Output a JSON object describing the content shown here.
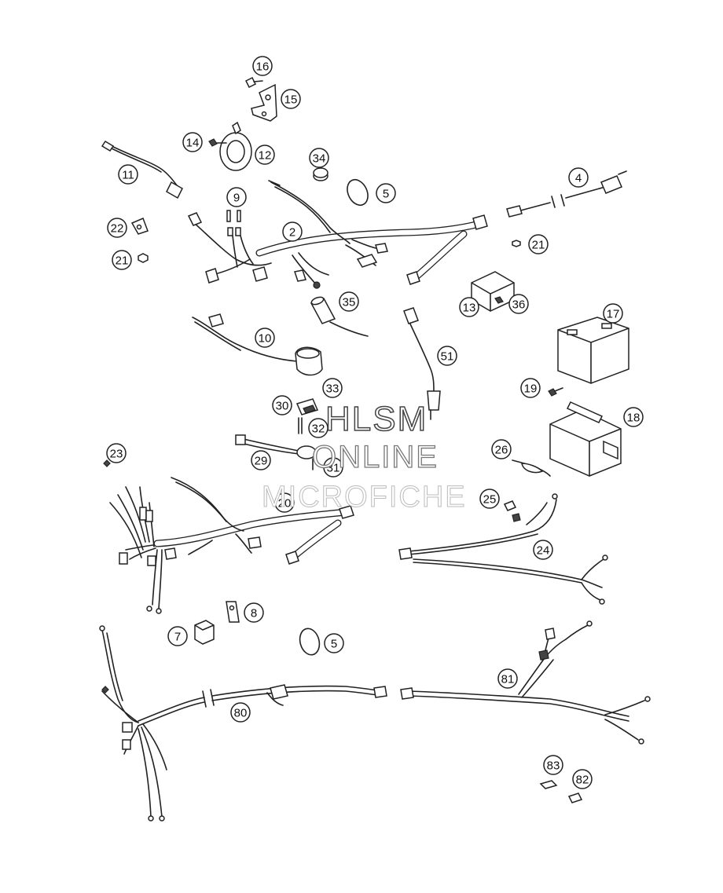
{
  "watermark": {
    "line1": "HLSM",
    "line2": "ONLINE",
    "line3": "MICROFICHE"
  },
  "callouts": [
    "16",
    "15",
    "14",
    "12",
    "11",
    "34",
    "5",
    "4",
    "9",
    "2",
    "22",
    "21",
    "21",
    "13",
    "36",
    "35",
    "17",
    "10",
    "51",
    "19",
    "33",
    "18",
    "30",
    "32",
    "29",
    "31",
    "26",
    "23",
    "20",
    "25",
    "24",
    "8",
    "7",
    "5",
    "81",
    "80",
    "83",
    "82"
  ],
  "colors": {
    "line": "#222222",
    "background": "#ffffff"
  }
}
